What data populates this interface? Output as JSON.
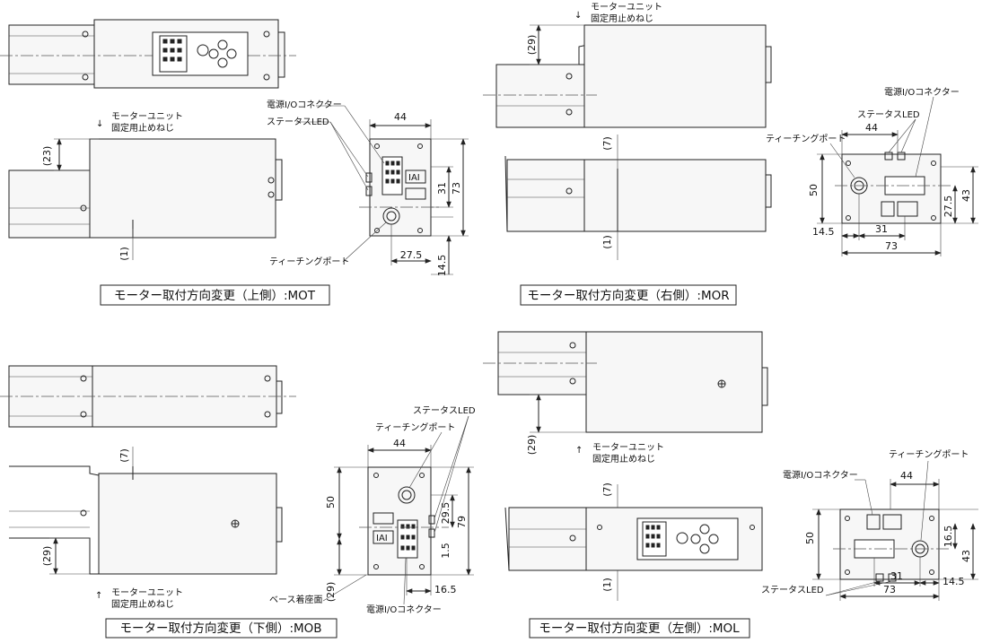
{
  "labels": {
    "motor_screw": [
      "モーターユニット",
      "固定用止めねじ"
    ],
    "power_io": "電源I/Oコネクター",
    "status_led": "ステータスLED",
    "teaching_port": "ティーチングポート",
    "base_surface": "ベース着座面",
    "arrow_down": "↓",
    "arrow_up": "↑",
    "logo": "IAI"
  },
  "captions": {
    "mot": "モーター取付方向変更（上側）:MOT",
    "mor": "モーター取付方向変更（右側）:MOR",
    "mob": "モーター取付方向変更（下側）:MOB",
    "mol": "モーター取付方向変更（左側）:MOL"
  },
  "dims": {
    "mot": {
      "d44": "44",
      "d73": "73",
      "d31": "31",
      "d275": "27.5",
      "d145": "14.5",
      "d23": "(23)",
      "d1": "(1)"
    },
    "mor": {
      "d29": "(29)",
      "d7": "(7)",
      "d1": "(1)",
      "d44": "44",
      "d50": "50",
      "d43": "43",
      "d275": "27.5",
      "d145": "14.5",
      "d31": "31",
      "d73": "73"
    },
    "mob": {
      "d7": "(7)",
      "d29": "(29)",
      "d44": "44",
      "d50": "50",
      "d79": "79",
      "d295": "29.5",
      "d15": "1.5",
      "d165": "16.5",
      "d29b": "(29)"
    },
    "mol": {
      "d29": "(29)",
      "d7": "(7)",
      "d1": "(1)",
      "d44": "44",
      "d50": "50",
      "d165": "16.5",
      "d43": "43",
      "d31": "31",
      "d145": "14.5",
      "d73": "73"
    }
  }
}
